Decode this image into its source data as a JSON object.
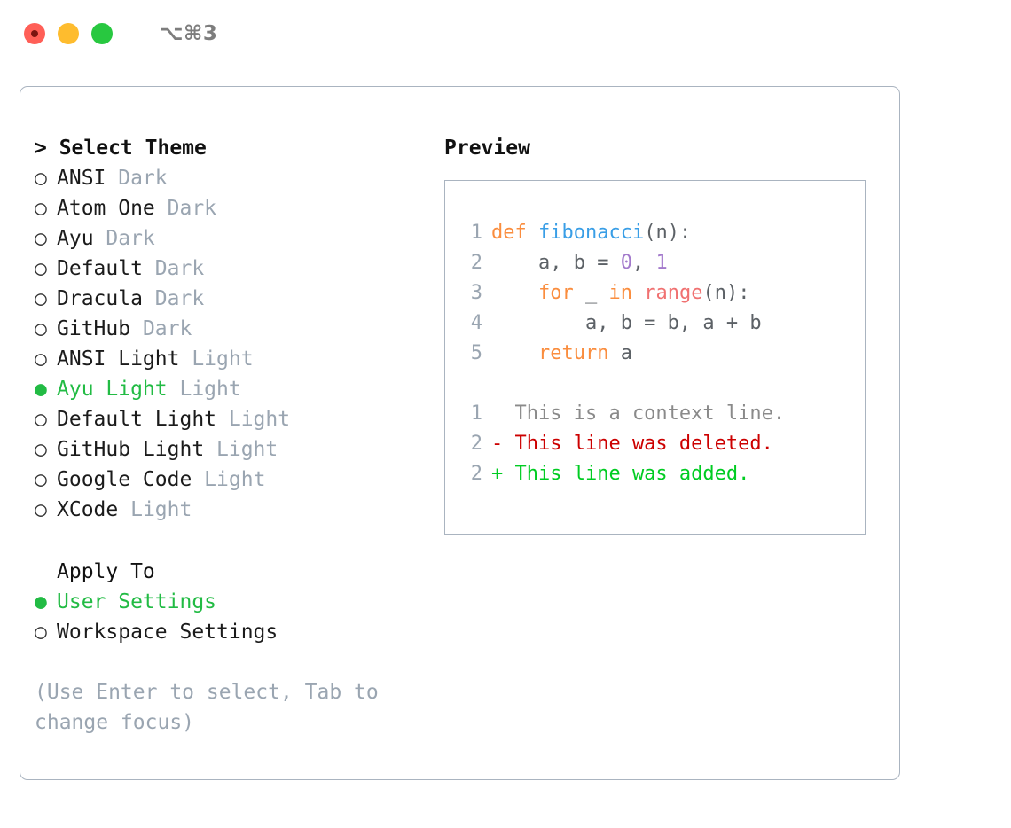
{
  "titlebar": {
    "shortcut": "⌥⌘3",
    "lights": [
      {
        "name": "close",
        "color": "#ff5f57"
      },
      {
        "name": "minimize",
        "color": "#febc2e"
      },
      {
        "name": "maximize",
        "color": "#28c840"
      }
    ]
  },
  "theme_section": {
    "header": "> Select Theme",
    "items": [
      {
        "bullet": "○",
        "label": "ANSI",
        "suffix": "Dark",
        "selected": false
      },
      {
        "bullet": "○",
        "label": "Atom One",
        "suffix": "Dark",
        "selected": false
      },
      {
        "bullet": "○",
        "label": "Ayu",
        "suffix": "Dark",
        "selected": false
      },
      {
        "bullet": "○",
        "label": "Default",
        "suffix": "Dark",
        "selected": false
      },
      {
        "bullet": "○",
        "label": "Dracula",
        "suffix": "Dark",
        "selected": false
      },
      {
        "bullet": "○",
        "label": "GitHub",
        "suffix": "Dark",
        "selected": false
      },
      {
        "bullet": "○",
        "label": "ANSI Light",
        "suffix": "Light",
        "selected": false
      },
      {
        "bullet": "●",
        "label": "Ayu Light",
        "suffix": "Light",
        "selected": true
      },
      {
        "bullet": "○",
        "label": "Default Light",
        "suffix": "Light",
        "selected": false
      },
      {
        "bullet": "○",
        "label": "GitHub Light",
        "suffix": "Light",
        "selected": false
      },
      {
        "bullet": "○",
        "label": "Google Code",
        "suffix": "Light",
        "selected": false
      },
      {
        "bullet": "○",
        "label": "XCode",
        "suffix": "Light",
        "selected": false
      }
    ]
  },
  "apply_section": {
    "header": "Apply To",
    "items": [
      {
        "bullet": "●",
        "label": "User Settings",
        "selected": true
      },
      {
        "bullet": "○",
        "label": "Workspace Settings",
        "selected": false
      }
    ]
  },
  "hint": "(Use Enter to select, Tab to change focus)",
  "preview": {
    "title": "Preview",
    "code_lines": [
      {
        "no": "1",
        "tokens": [
          {
            "t": "def ",
            "c": "tok-kw"
          },
          {
            "t": "fibonacci",
            "c": "tok-fn"
          },
          {
            "t": "(n):",
            "c": "tok-plain"
          }
        ]
      },
      {
        "no": "2",
        "tokens": [
          {
            "t": "    a, b = ",
            "c": "tok-plain"
          },
          {
            "t": "0",
            "c": "tok-num"
          },
          {
            "t": ", ",
            "c": "tok-plain"
          },
          {
            "t": "1",
            "c": "tok-num"
          }
        ]
      },
      {
        "no": "3",
        "tokens": [
          {
            "t": "    ",
            "c": "tok-plain"
          },
          {
            "t": "for",
            "c": "tok-kw"
          },
          {
            "t": " _ ",
            "c": "tok-plain"
          },
          {
            "t": "in",
            "c": "tok-kw"
          },
          {
            "t": " ",
            "c": "tok-plain"
          },
          {
            "t": "range",
            "c": "tok-ent"
          },
          {
            "t": "(n):",
            "c": "tok-plain"
          }
        ]
      },
      {
        "no": "4",
        "tokens": [
          {
            "t": "        a, b = b, a + b",
            "c": "tok-plain"
          }
        ]
      },
      {
        "no": "5",
        "tokens": [
          {
            "t": "    ",
            "c": "tok-plain"
          },
          {
            "t": "return",
            "c": "tok-kw"
          },
          {
            "t": " a",
            "c": "tok-plain"
          }
        ]
      }
    ],
    "diff_lines": [
      {
        "no": "1",
        "text": "  This is a context line.",
        "kind": "diff-ctx"
      },
      {
        "no": "2",
        "text": "- This line was deleted.",
        "kind": "diff-del"
      },
      {
        "no": "2",
        "text": "+ This line was added.",
        "kind": "diff-add"
      }
    ]
  }
}
